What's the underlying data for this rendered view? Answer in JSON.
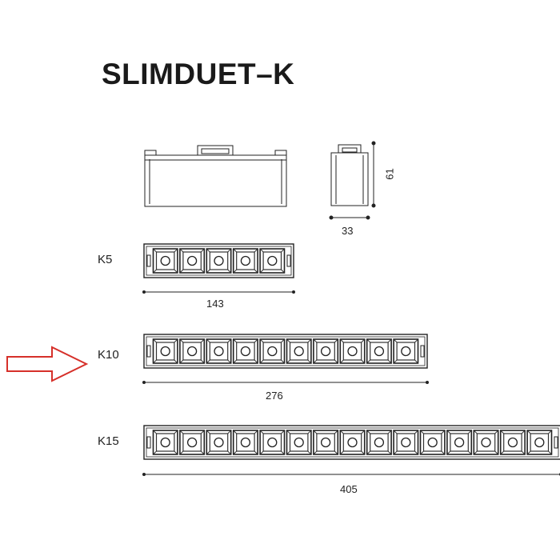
{
  "title": "SLIMDUET–K",
  "side_view": {
    "height": "61",
    "width": "33"
  },
  "variants": [
    {
      "label": "K5",
      "cells": 5,
      "length": "143"
    },
    {
      "label": "K10",
      "cells": 10,
      "length": "276"
    },
    {
      "label": "K15",
      "cells": 15,
      "length": "405"
    }
  ],
  "highlight": {
    "variant": "K10",
    "arrow_color": "#d6302a"
  }
}
